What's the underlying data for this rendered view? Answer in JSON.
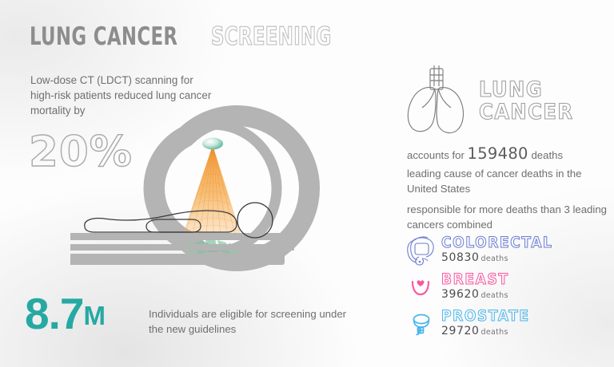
{
  "header": {
    "title_solid": "LUNG CANCER",
    "title_outline": "SCREENING"
  },
  "left": {
    "ldct_copy": "Low-dose CT (LDCT) scanning for high-risk patients reduced lung cancer mortality by",
    "percent": "20%",
    "big_stat_number": "8.7",
    "big_stat_suffix": "M",
    "big_stat_copy": "Individuals are eligible for screening under the new guidelines"
  },
  "scanner": {
    "emitter_label": "x-ray-source",
    "beam_label": "x-ray-beam",
    "detector_label": "detector-array",
    "patient_label": "patient-on-table"
  },
  "right": {
    "lung_title_line1": "LUNG",
    "lung_title_line2": "CANCER",
    "accounts_prefix": "accounts for",
    "accounts_number": "159480",
    "accounts_suffix": "deaths",
    "leading_cause": "leading cause of cancer deaths in the United States",
    "responsible": "responsible for more deaths than 3 leading cancers combined",
    "cancers": [
      {
        "name": "COLORECTAL",
        "deaths": "50830",
        "unit": "deaths",
        "color": "#6c7fd4",
        "icon": "colon-icon"
      },
      {
        "name": "BREAST",
        "deaths": "39620",
        "unit": "deaths",
        "color": "#f9569f",
        "icon": "breast-icon"
      },
      {
        "name": "PROSTATE",
        "deaths": "29720",
        "unit": "deaths",
        "color": "#49b5ec",
        "icon": "prostate-icon"
      }
    ]
  },
  "colors": {
    "teal": "#26a9a2",
    "gray_ring": "#b3b3b3",
    "gray_text": "#6f6f6f",
    "title_gray": "#8d8d8d",
    "beam_orange": "#f0932b",
    "detector_green": "#7fc79a"
  }
}
